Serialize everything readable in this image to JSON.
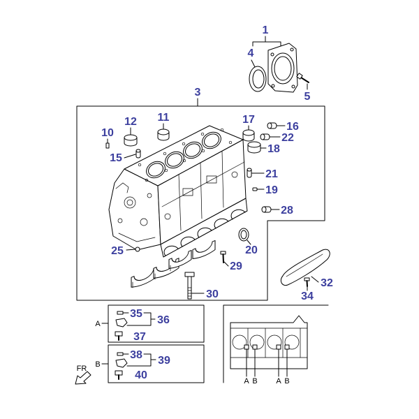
{
  "diagram": {
    "callouts": [
      "1",
      "4",
      "5",
      "3",
      "11",
      "12",
      "10",
      "17",
      "16",
      "22",
      "18",
      "15",
      "21",
      "19",
      "28",
      "25",
      "20",
      "29",
      "30",
      "32",
      "34",
      "35",
      "36",
      "37",
      "38",
      "39",
      "40"
    ],
    "detail_views": {
      "a_label": "A",
      "b_label": "B"
    },
    "direction_label": "FR",
    "section_markers": [
      "A",
      "B",
      "A",
      "B"
    ]
  },
  "colors": {
    "callout_text": "#3c3f9e",
    "line_art": "#000000",
    "background": "#ffffff"
  },
  "icons": {
    "direction_arrow": "hollow-arrow-down-left-icon"
  }
}
